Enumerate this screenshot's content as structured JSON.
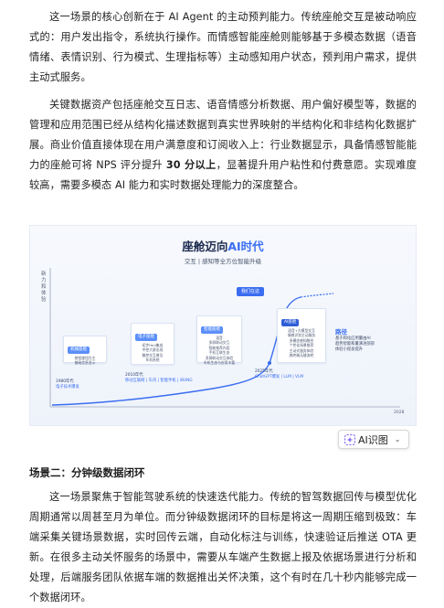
{
  "paragraphs": {
    "p1": "这一场景的核心创新在于 AI Agent 的主动预判能力。传统座舱交互是被动响应式的：用户发出指令，系统执行操作。而情感智能座舱则能够基于多模态数据（语音情绪、表情识别、行为模式、生理指标等）主动感知用户状态，预判用户需求，提供主动式服务。",
    "p2_a": "关键数据资产包括座舱交互日志、语音情感分析数据、用户偏好模型等，数据的管理和应用范围已经从结构化描述数据到真实世界映射的半结构化和非结构化数据扩展。商业价值直接体现在用户满意度和订阅收入上：行业数据显示，具备情感智能能力的座舱可将 NPS 评分提升 ",
    "p2_bold": "30 分以上",
    "p2_b": "，显著提升用户粘性和付费意愿。实现难度较高，需要多模态 AI 能力和实时数据处理能力的深度整合。",
    "scene2_heading": "场景二：分钟级数据闭环",
    "p3": "这一场景聚焦于智能驾驶系统的快速迭代能力。传统的智驾数据回传与模型优化周期通常以周甚至月为单位。而分钟级数据闭环的目标是将这一周期压缩到极致：车端采集关键场景数据，实时回传云端，自动化标注与训练，快速验证后推送 OTA 更新。在很多主动关怀服务的场景中，需要从车端产生数据上报及依据场景进行分析和处理，后端服务团队依据车端的数据推出关怀决策，这个有时在几十秒内能够完成一个数据闭环。"
  },
  "figure": {
    "title_prefix": "座舱迈向",
    "title_accent": "AI时代",
    "subtitle": "交互 | 感知等全方位智能升级",
    "ylabel": "新力和体验",
    "stages": [
      {
        "tag": "机械座舱",
        "body": "按钮旋钮为主\n基础信息显示"
      },
      {
        "tag": "电子座舱",
        "body": "初步Hmi集成\n中控大屏出现\n触控交互普及\n车机系统"
      },
      {
        "tag": "智能座舱",
        "body": "语音\n多屏联动交互\n智能推荐内容\n手机互联生态\n多屏联动交互体验\n车机生态与应用丰富"
      },
      {
        "tag": "AI座舱",
        "body": "语音+大模型交互\n情感识别主动服务\n多模态感知融合\n个性化场景推荐\n主动式服务体验\n跨终端无缝流转"
      }
    ],
    "callout": "我们在这",
    "milestones": [
      {
        "year": "1980年代",
        "note": "电子技术爆发"
      },
      {
        "year": "2010年代",
        "note": "移动互联网 | 车内 | 智能手机 | iBUNG"
      },
      {
        "year": "2025年代",
        "note": "ChatGPT爆发 | LLM | VLM"
      }
    ],
    "path_title": "路径",
    "path_lines": [
      "基于和化应用量由AI",
      "趋势智能和量演进部部",
      "体验小程发提升"
    ],
    "axis_end": "2028"
  },
  "ai_button": {
    "label": "AI识图",
    "icon": "ai-sparkle-icon"
  }
}
